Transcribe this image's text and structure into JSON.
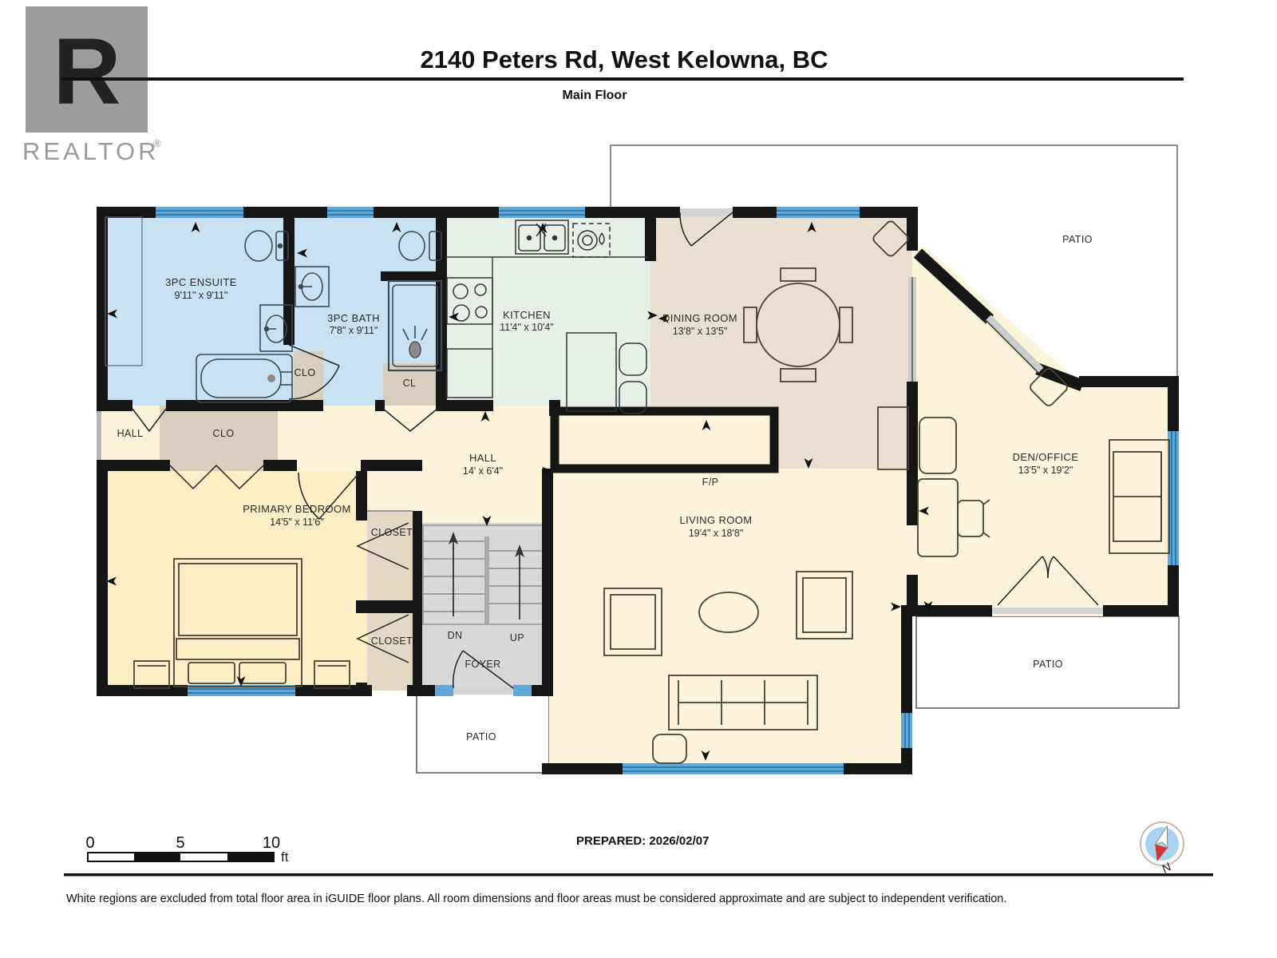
{
  "header": {
    "title": "2140 Peters Rd, West Kelowna, BC",
    "subtitle": "Main Floor"
  },
  "logo": {
    "letter": "R",
    "brand": "REALTOR",
    "reg": "®"
  },
  "rooms": {
    "ensuite": {
      "name": "3PC ENSUITE",
      "dims": "9'11\" x 9'11\""
    },
    "bath": {
      "name": "3PC BATH",
      "dims": "7'8\" x 9'11\""
    },
    "kitchen": {
      "name": "KITCHEN",
      "dims": "11'4\" x 10'4\""
    },
    "dining": {
      "name": "DINING ROOM",
      "dims": "13'8\" x 13'5\""
    },
    "den": {
      "name": "DEN/OFFICE",
      "dims": "13'5\" x 19'2\""
    },
    "hall": {
      "name": "HALL",
      "dims": "14' x 6'4\""
    },
    "hall_small": {
      "name": "HALL"
    },
    "bedroom": {
      "name": "PRIMARY BEDROOM",
      "dims": "14'5\" x 11'6\""
    },
    "living": {
      "name": "LIVING ROOM",
      "dims": "19'4\" x 18'8\""
    }
  },
  "closets": {
    "clo_hall": "CLO",
    "clo_bath": "CLO",
    "cl": "CL",
    "closet_upper": "CLOSET",
    "closet_lower": "CLOSET"
  },
  "stairs": {
    "dn": "DN",
    "up": "UP"
  },
  "areas": {
    "foyer": "FOYER",
    "fireplace": "F/P",
    "patio_top": "PATIO",
    "patio_front": "PATIO",
    "patio_right": "PATIO"
  },
  "scale_bar": {
    "zero": "0",
    "five": "5",
    "ten": "10",
    "unit": "ft"
  },
  "compass": {
    "north": "N"
  },
  "footer": {
    "prepared": "PREPARED: 2026/02/07",
    "disclaimer": "White regions are excluded from total floor area in iGUIDE floor plans. All room dimensions and floor areas must be considered approximate and are subject to independent verification."
  },
  "colors": {
    "wall": "#161616",
    "window": "#5fa8d7",
    "bathroom": "#c8e2f4",
    "kitchen": "#e7f0e8",
    "dining": "#e9dfd1",
    "cream": "#fcf4da",
    "bedroom": "#fceec5",
    "closet": "#e3d8c6",
    "closet_dark": "#d9cebd",
    "gray_floor": "#d8d8d8",
    "north_red": "#d63333"
  }
}
